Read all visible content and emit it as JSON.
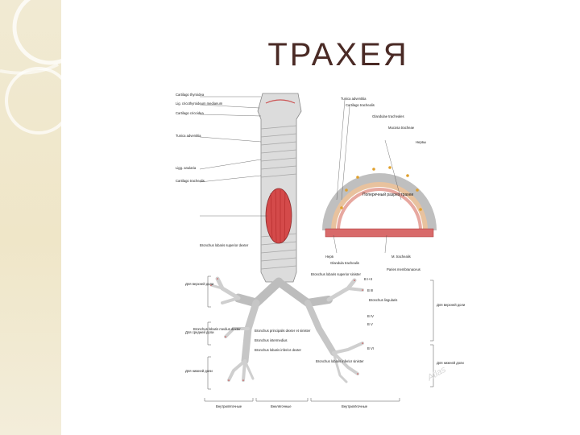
{
  "slide": {
    "title": "ТРАХЕЯ",
    "colors": {
      "accent_band": "#efe6c8",
      "title": "#4a2a25",
      "mucosa": "#d44a4a",
      "cartilage": "#e2e2e2"
    }
  },
  "figure": {
    "left_labels": [
      "Cartilago thyroidea",
      "Lig. cricothyroideum medianum",
      "Cartilago cricoidea",
      "Tunica adventitia",
      "Ligg. anularia",
      "Cartilago trachealis",
      "Bronchus lobaris superior dexter",
      "Bronchus lobaris medius dexter",
      "Bronchus principalis dexter et sinister",
      "Bronchus intermedius",
      "Bronchus lobaris inferior dexter"
    ],
    "cross_section_labels": [
      "Tunica adventitia",
      "Cartilago trachealis",
      "Glandulae tracheales",
      "Mucosa tracheae",
      "Нервы",
      "Поперечный разрез трахеи",
      "Нерв",
      "Glandula trachealis",
      "M. trachealis",
      "Paries membranaceus"
    ],
    "right_labels": [
      "Bronchus lobaris superior sinister",
      "Bronchus lingularis",
      "Bronchus lobaris inferior sinister",
      "B I+II",
      "B III",
      "B IV",
      "B V",
      "B VI"
    ],
    "lobe_labels": [
      "Для верхней доли",
      "Для средней доли",
      "Для нижней доли",
      "Для верхней доли",
      "Для нижней доли"
    ],
    "bottom_labels": [
      "Внутрилёгочные",
      "Внелёгочные",
      "Внутрилёгочные"
    ],
    "watermark": "Atlas"
  }
}
